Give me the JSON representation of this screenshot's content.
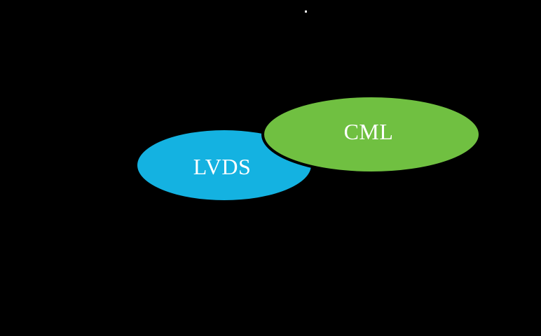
{
  "figure": {
    "description": "Venn-style diagram of two differential signaling standards on a black background",
    "background_color": "#000000",
    "text_color": "#ffffff",
    "dot_color": "#ffffff",
    "ellipses": [
      {
        "id": "lvds",
        "label": "LVDS",
        "color": "#14B2E1",
        "outline_color": "#000000"
      },
      {
        "id": "cml",
        "label": "CML",
        "color": "#70C041",
        "outline_color": "#000000"
      }
    ]
  }
}
